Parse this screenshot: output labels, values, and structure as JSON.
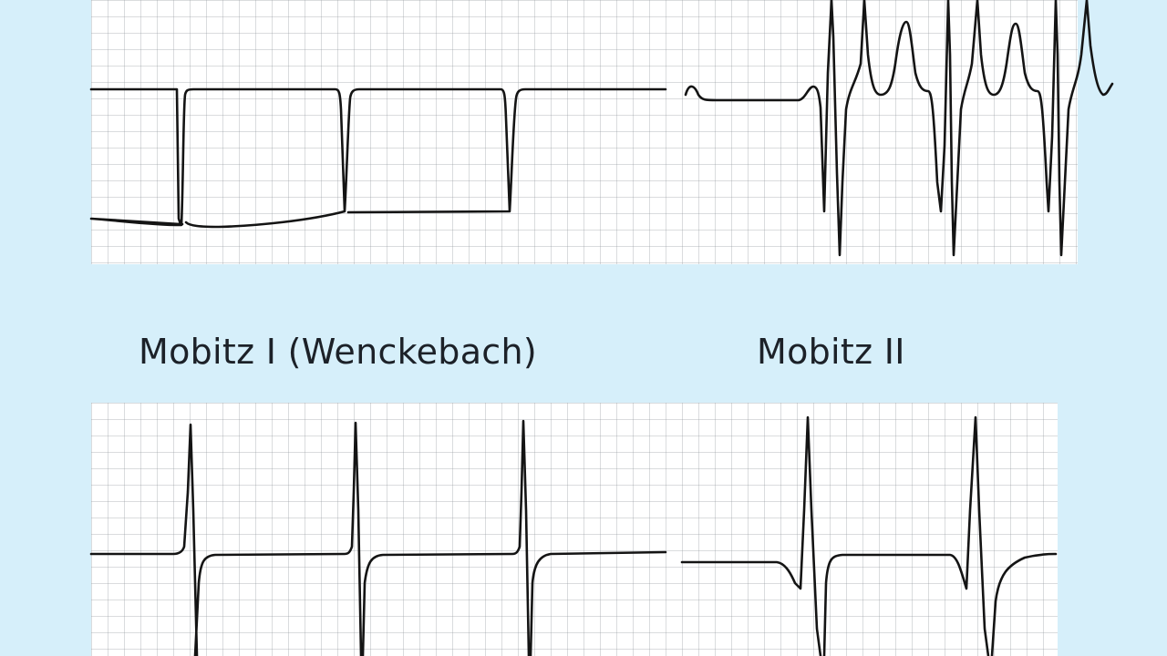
{
  "captions": {
    "left": "Mobitz I (Wenckebach)",
    "right": "Mobitz II"
  },
  "traces": {
    "top_left": "square-wave-trace",
    "top_right": "wide-complex-tachycardia-trace",
    "bottom_left": "mobitz-i-ecg-trace",
    "bottom_right": "mobitz-ii-ecg-trace"
  },
  "colors": {
    "background": "#d6effa",
    "paper": "#ffffff",
    "grid": "#b4b9be",
    "trace": "#141414"
  }
}
